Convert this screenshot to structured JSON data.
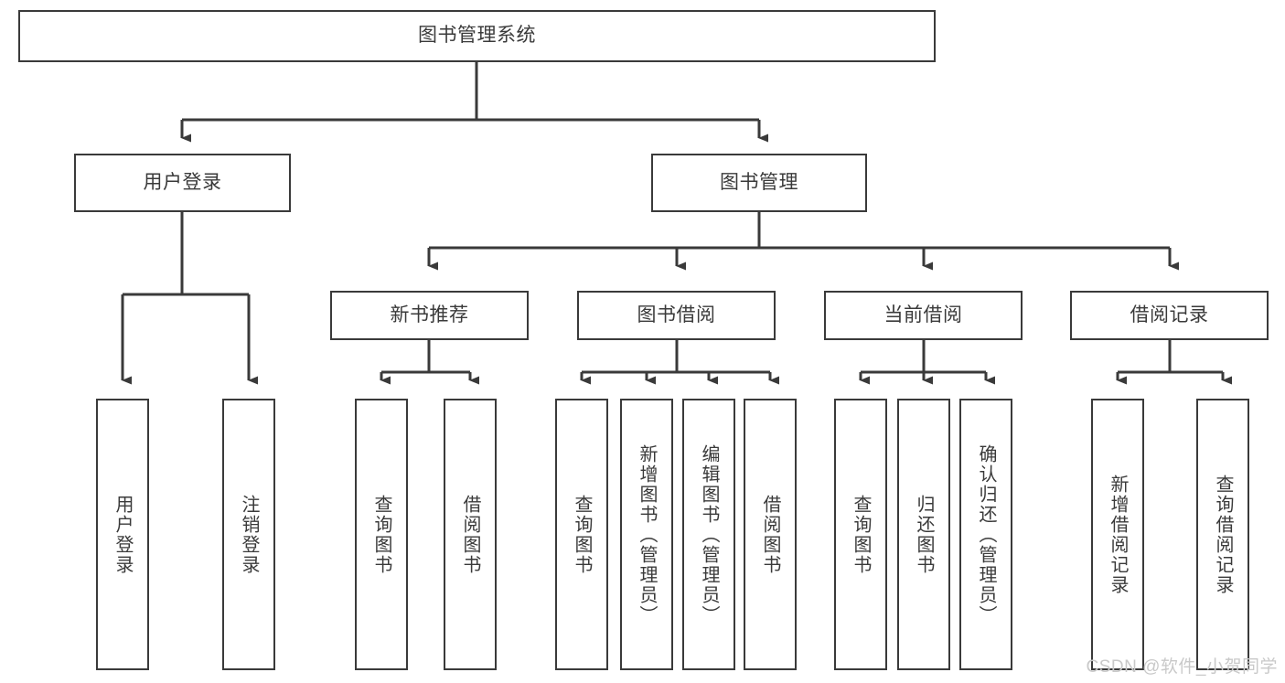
{
  "diagram": {
    "title": "图书管理系统",
    "type": "tree-hierarchy",
    "stroke_color": "#3a3a3a",
    "fill_color": "#ffffff",
    "text_color": "#3a3a3a",
    "watermark": "CSDN @软件_小贺同学",
    "nodes": {
      "root": {
        "label": "图书管理系统"
      },
      "level1": [
        {
          "label": "用户登录"
        },
        {
          "label": "图书管理"
        }
      ],
      "level2": [
        {
          "label": "新书推荐"
        },
        {
          "label": "图书借阅"
        },
        {
          "label": "当前借阅"
        },
        {
          "label": "借阅记录"
        }
      ],
      "leaves": {
        "user_login": [
          {
            "label": "用户登录"
          },
          {
            "label": "注销登录"
          }
        ],
        "new_book_recommend": [
          {
            "label": "查询图书"
          },
          {
            "label": "借阅图书"
          }
        ],
        "book_borrow": [
          {
            "label": "查询图书"
          },
          {
            "label": "新增图书（管理员）"
          },
          {
            "label": "编辑图书（管理员）"
          },
          {
            "label": "借阅图书"
          }
        ],
        "current_borrow": [
          {
            "label": "查询图书"
          },
          {
            "label": "归还图书"
          },
          {
            "label": "确认归还（管理员）"
          }
        ],
        "borrow_record": [
          {
            "label": "新增借阅记录"
          },
          {
            "label": "查询借阅记录"
          }
        ]
      }
    }
  }
}
